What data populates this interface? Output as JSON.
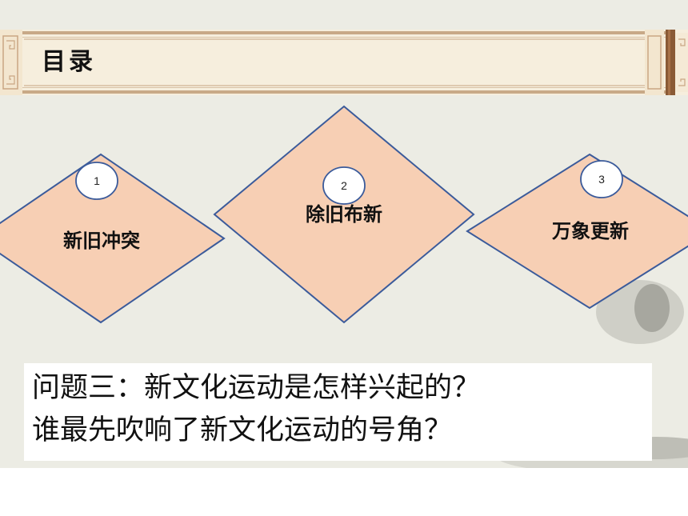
{
  "header": {
    "title": "目录"
  },
  "diagram": {
    "items": [
      {
        "number": "1",
        "label": "新旧冲突"
      },
      {
        "number": "2",
        "label": "除旧布新"
      },
      {
        "number": "3",
        "label": "万象更新"
      }
    ],
    "colors": {
      "fill": "#f7cfb4",
      "stroke": "#3b5b9b",
      "background": "#ecece4"
    }
  },
  "question": {
    "line1": "问题三：新文化运动是怎样兴起的？",
    "line2": "谁最先吹响了新文化运动的号角？"
  }
}
